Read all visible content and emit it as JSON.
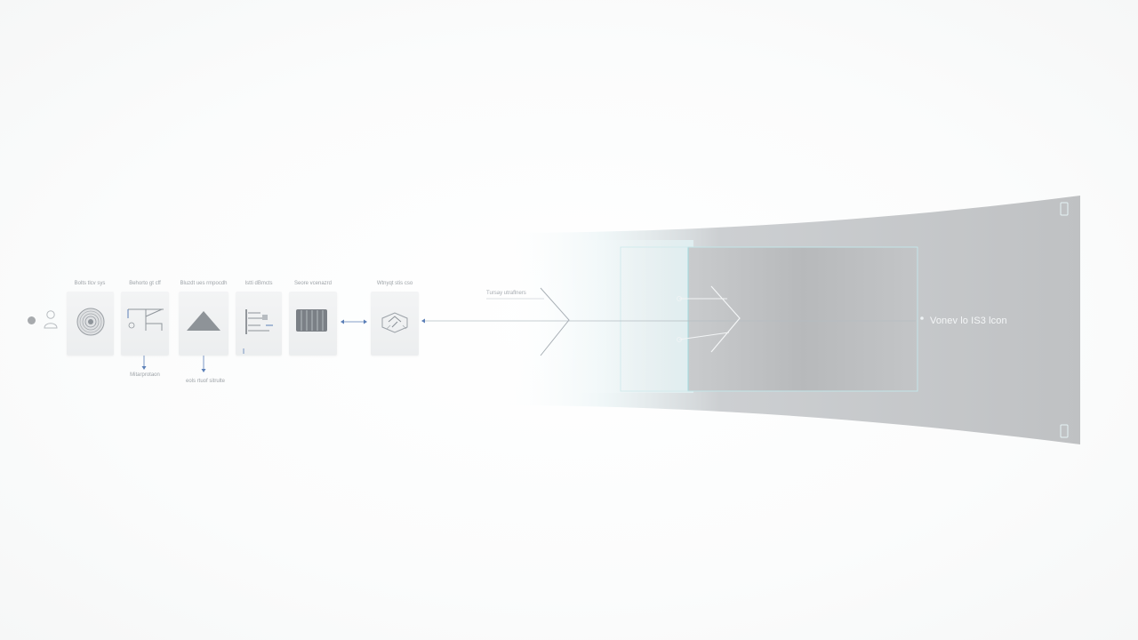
{
  "diagram": {
    "nodes": [
      {
        "id": "n1",
        "label": "Bolts tlcv sys",
        "icon": "concentric-circle-icon"
      },
      {
        "id": "n2",
        "label": "Behorto gt cff",
        "icon": "branching-tree-icon",
        "sublabel": "Mitarprotaon"
      },
      {
        "id": "n3",
        "label": "Bluzdt ues rmpocdh",
        "icon": "triangle-icon",
        "sublabel": "eols rtuof sitrulte"
      },
      {
        "id": "n4",
        "label": "Istti dBmcts",
        "icon": "layered-bars-icon"
      },
      {
        "id": "n5",
        "label": "Seore vcenazrd",
        "icon": "server-rack-icon"
      },
      {
        "id": "n6",
        "label": "Wtnyqt stis cso",
        "icon": "recycle-cube-icon"
      }
    ],
    "pipe_label": "Tursay utraflners",
    "panel_label": "Vonev lo IS3 lcon",
    "colors": {
      "accent": "#5b7fb7",
      "panel_outline": "#9fd8dd",
      "panel_fill": "#b4b6b8",
      "node_fill": "#eef0f1",
      "line": "#b5bcc2"
    }
  }
}
